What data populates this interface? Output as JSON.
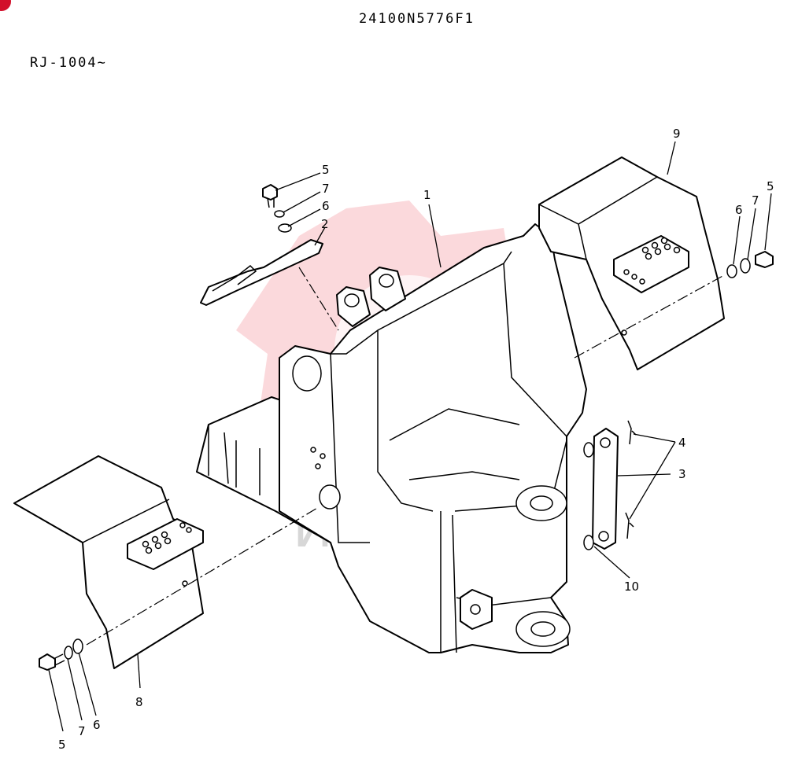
{
  "header": {
    "drawing_code": "24100N5776F1",
    "serial_range": "RJ-1004∼"
  },
  "watermark": {
    "text": "ИНТЕХ",
    "color": "#f7b9bf"
  },
  "callouts": {
    "c1": "1",
    "c2": "2",
    "c3": "3",
    "c4": "4",
    "c5_top": "5",
    "c6_top": "6",
    "c7_top": "7",
    "c5_right": "5",
    "c6_right": "6",
    "c7_right": "7",
    "c8": "8",
    "c9": "9",
    "c10": "10",
    "c5_bottom": "5",
    "c6_bottom": "6",
    "c7_bottom": "7"
  },
  "colors": {
    "accent": "#d2102b",
    "line": "#000000"
  }
}
